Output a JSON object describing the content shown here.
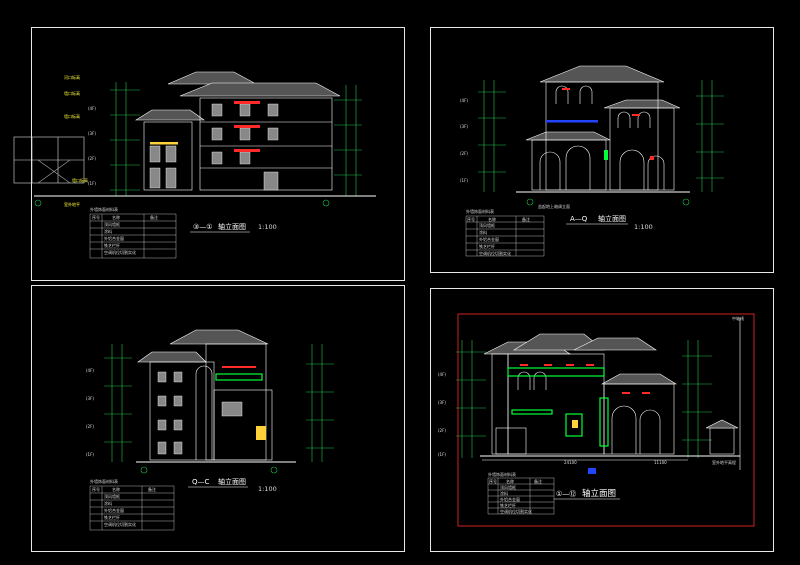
{
  "sheets": [
    {
      "id": "s1",
      "drawing_label": "③—①",
      "title": "轴立面图",
      "scale": "1:100",
      "legend_title": "外墙饰面材料表",
      "legend_header": [
        "序号",
        "名称",
        "备注"
      ],
      "legend_rows": [
        "顶风墙框",
        "涂料",
        "外铝合金窗",
        "铁艺栏杆",
        "空调机位切割实化"
      ],
      "level_tags": [
        "河口标高",
        "墙口标高",
        "墙口标高",
        "墙口标高",
        "室外地平"
      ],
      "floor_tags": [
        "(4F)",
        "(3F)",
        "(2F)",
        "(1F)"
      ]
    },
    {
      "id": "s2",
      "drawing_label": "A—Q",
      "title": "轴立面图",
      "scale": "1:100",
      "subtitle": "益起地上暗调立面",
      "legend_title": "外墙饰面材料表",
      "legend_header": [
        "序号",
        "名称",
        "备注"
      ],
      "legend_rows": [
        "顶风墙框",
        "涂料",
        "外铝合金窗",
        "铁艺栏杆",
        "空调机位切割实化"
      ],
      "floor_tags": [
        "(4F)",
        "(3F)",
        "(2F)",
        "(1F)"
      ]
    },
    {
      "id": "s3",
      "drawing_label": "Q—C",
      "title": "轴立面图",
      "scale": "1:100",
      "legend_title": "外墙饰面材料表",
      "legend_header": [
        "序号",
        "名称",
        "备注"
      ],
      "legend_rows": [
        "顶风墙框",
        "涂料",
        "外铝合金窗",
        "铁艺栏杆",
        "空调机位切割实化"
      ],
      "floor_tags": [
        "(4F)",
        "(3F)",
        "(2F)",
        "(1F)"
      ]
    },
    {
      "id": "s4",
      "drawing_label": "①—⑫",
      "title": "轴立面图",
      "north_tag": "中轴线",
      "ground_tag": "室外地平高程",
      "legend_title": "外墙饰面材料表",
      "legend_header": [
        "序号",
        "名称",
        "备注"
      ],
      "legend_rows": [
        "顶风墙框",
        "涂料",
        "外铝合金窗",
        "铁艺栏杆",
        "空调机位切割实化"
      ],
      "dims": [
        "24100",
        "11100"
      ],
      "floor_tags": [
        "(4F)",
        "(3F)",
        "(2F)",
        "(1F)"
      ]
    }
  ],
  "colors": {
    "background": "#000000",
    "frame": "#e8e8e8",
    "elevation": "#ffffff",
    "dimension": "#22c24a",
    "annotation": "#ffff33",
    "accent_red": "#ff2a2a",
    "accent_green": "#00ff3a",
    "accent_blue": "#2244ff"
  }
}
